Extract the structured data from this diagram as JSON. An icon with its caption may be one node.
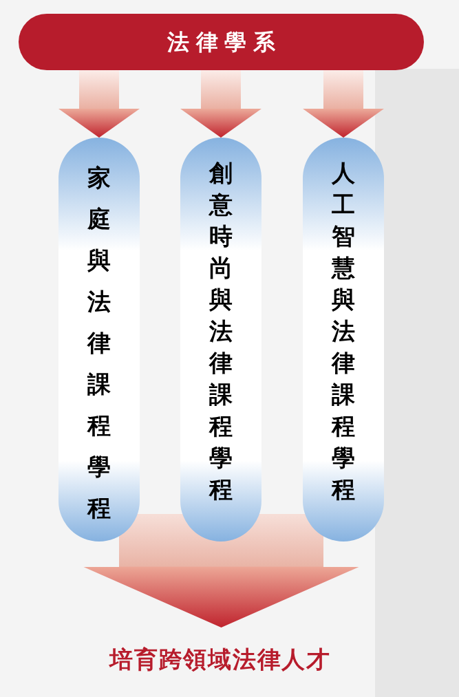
{
  "diagram": {
    "nodes": [
      {
        "text": [
          "法律學系"
        ]
      },
      {
        "text": [
          "家庭與法律課程學程"
        ]
      },
      {
        "text": [
          "創意時尚與法律課程學程"
        ]
      },
      {
        "text": [
          "人工智慧與法律課程學程"
        ]
      },
      {
        "text": [
          "培育跨領域法律人才"
        ]
      }
    ],
    "edges": [
      {
        "from": 0,
        "to": 1,
        "arrow": "to"
      },
      {
        "from": 0,
        "to": 2,
        "arrow": "to"
      },
      {
        "from": 0,
        "to": 3,
        "arrow": "to"
      },
      {
        "from": 1,
        "to": 4,
        "arrow": "to"
      },
      {
        "from": 2,
        "to": 4,
        "arrow": "to"
      },
      {
        "from": 3,
        "to": 4,
        "arrow": "to"
      }
    ]
  }
}
